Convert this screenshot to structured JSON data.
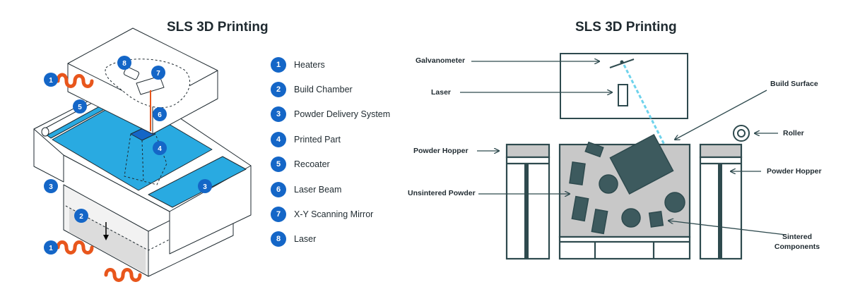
{
  "left_panel": {
    "title": "SLS 3D Printing",
    "legend": [
      {
        "number": "1",
        "label": "Heaters"
      },
      {
        "number": "2",
        "label": "Build Chamber"
      },
      {
        "number": "3",
        "label": "Powder Delivery System"
      },
      {
        "number": "4",
        "label": "Printed Part"
      },
      {
        "number": "5",
        "label": "Recoater"
      },
      {
        "number": "6",
        "label": "Laser Beam"
      },
      {
        "number": "7",
        "label": "X-Y Scanning Mirror"
      },
      {
        "number": "8",
        "label": "Laser"
      }
    ],
    "callouts": [
      "1",
      "5",
      "8",
      "7",
      "6",
      "4",
      "3",
      "3",
      "2",
      "1"
    ]
  },
  "right_panel": {
    "title": "SLS 3D Printing",
    "labels": {
      "galvanometer": "Galvanometer",
      "laser": "Laser",
      "build_surface": "Build Surface",
      "roller": "Roller",
      "powder_hopper_left": "Powder Hopper",
      "powder_hopper_right": "Powder Hopper",
      "unsintered_powder": "Unsintered Powder",
      "sintered_components": "Sintered Components"
    }
  },
  "colors": {
    "accent_blue": "#1466c7",
    "powder_cyan": "#29aae1",
    "heater_orange": "#e8561c",
    "dark_teal": "#2e4a4e",
    "powder_gray": "#c8c8c8",
    "laser_dashed": "#6fd3ec"
  }
}
